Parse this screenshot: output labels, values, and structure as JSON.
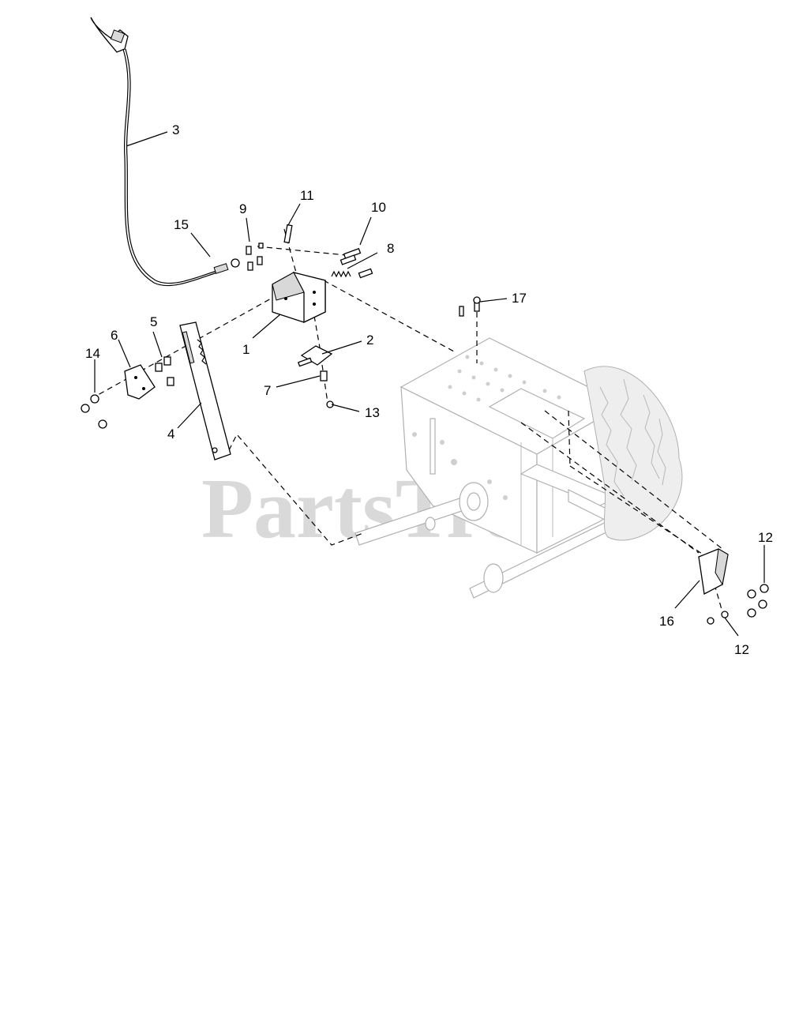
{
  "watermark": {
    "text": "PartsTree",
    "tm": "TM"
  },
  "callouts": [
    {
      "id": "1",
      "label": "1"
    },
    {
      "id": "2",
      "label": "2"
    },
    {
      "id": "3",
      "label": "3"
    },
    {
      "id": "4",
      "label": "4"
    },
    {
      "id": "5",
      "label": "5"
    },
    {
      "id": "6",
      "label": "6"
    },
    {
      "id": "7",
      "label": "7"
    },
    {
      "id": "8",
      "label": "8"
    },
    {
      "id": "9",
      "label": "9"
    },
    {
      "id": "10",
      "label": "10"
    },
    {
      "id": "11",
      "label": "11"
    },
    {
      "id": "12a",
      "label": "12"
    },
    {
      "id": "12b",
      "label": "12"
    },
    {
      "id": "13",
      "label": "13"
    },
    {
      "id": "14",
      "label": "14"
    },
    {
      "id": "15",
      "label": "15"
    },
    {
      "id": "16",
      "label": "16"
    },
    {
      "id": "17",
      "label": "17"
    }
  ]
}
